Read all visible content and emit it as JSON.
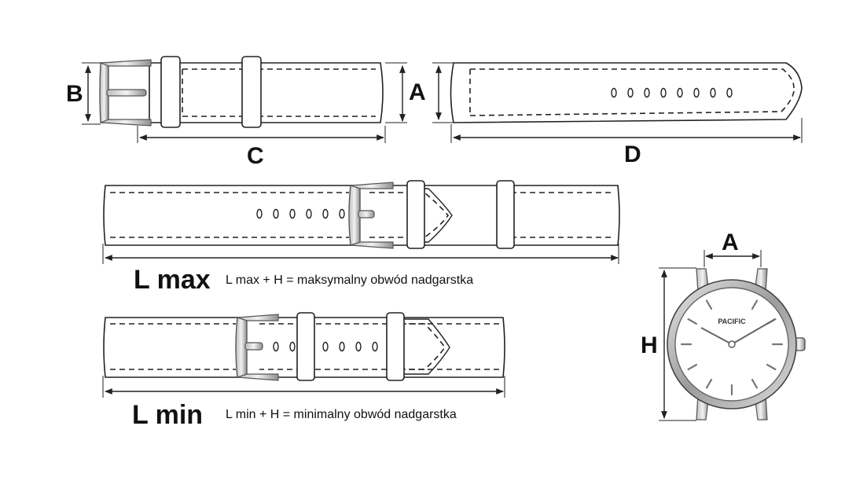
{
  "labels": {
    "b": "B",
    "a_strap": "A",
    "c": "C",
    "d": "D",
    "a_watch": "A",
    "h": "H",
    "l_max": "L max",
    "l_min": "L min"
  },
  "notes": {
    "l_max": "L max + H  = maksymalny obwód nadgarstka",
    "l_min": "L min + H  = minimalny obwód nadgarstka"
  },
  "watch": {
    "brand": "PACIFIC"
  },
  "colors": {
    "outline": "#222222",
    "steel": "#9a9a9a",
    "steel_light": "#d8d8d8",
    "background": "#ffffff"
  }
}
